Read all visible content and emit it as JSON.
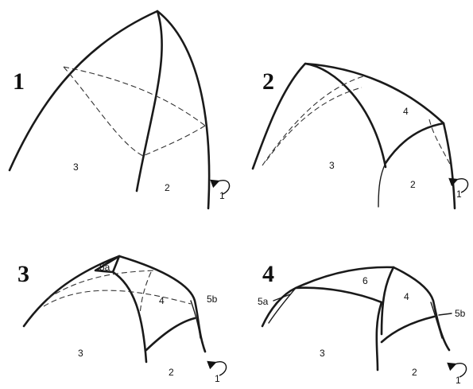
{
  "panels": [
    {
      "number": "1",
      "labels": {
        "large": "3",
        "small": "2",
        "rotation": "1"
      }
    },
    {
      "number": "2",
      "labels": {
        "large": "3",
        "small": "2",
        "middle": "4",
        "rotation": "1"
      }
    },
    {
      "number": "3",
      "labels": {
        "large": "3",
        "small": "2",
        "middle": "4",
        "left_small": "5a",
        "right_small": "5b",
        "rotation": "1"
      }
    },
    {
      "number": "4",
      "labels": {
        "large": "3",
        "small": "2",
        "middle": "4",
        "top": "6",
        "left_small": "5a",
        "right_small": "5b",
        "rotation": "1"
      }
    }
  ]
}
